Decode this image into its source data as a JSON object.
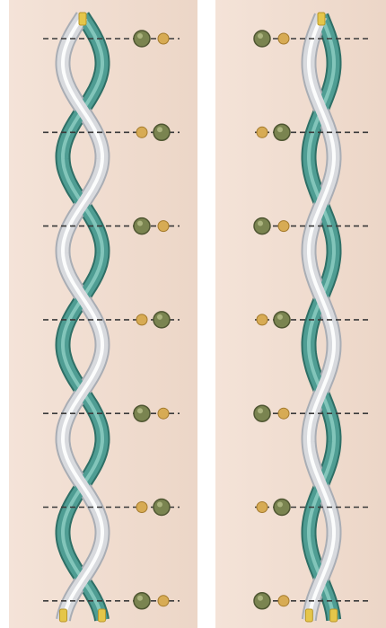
{
  "figure": {
    "panels": [
      {
        "id": "left",
        "strands": [
          "teal",
          "white"
        ],
        "crossings": 7,
        "markers": [
          "large-small",
          "small-large",
          "large-small",
          "small-large",
          "large-small",
          "small-large",
          "large-small"
        ]
      },
      {
        "id": "right",
        "strands": [
          "teal",
          "white"
        ],
        "crossings": 7,
        "markers": [
          "large-small",
          "small-large",
          "large-small",
          "small-large",
          "large-small",
          "small-large",
          "large-small"
        ]
      }
    ],
    "colors": {
      "background": "#f1ddd0",
      "teal_strand": "#4f9d93",
      "teal_highlight": "#8fd0c4",
      "white_strand": "#d8dade",
      "white_highlight": "#ffffff",
      "end_caps": "#e5c64a",
      "dashed_line": "#3a3a3a",
      "large_dot": "#7a8450",
      "small_dot": "#d7ab54"
    }
  }
}
